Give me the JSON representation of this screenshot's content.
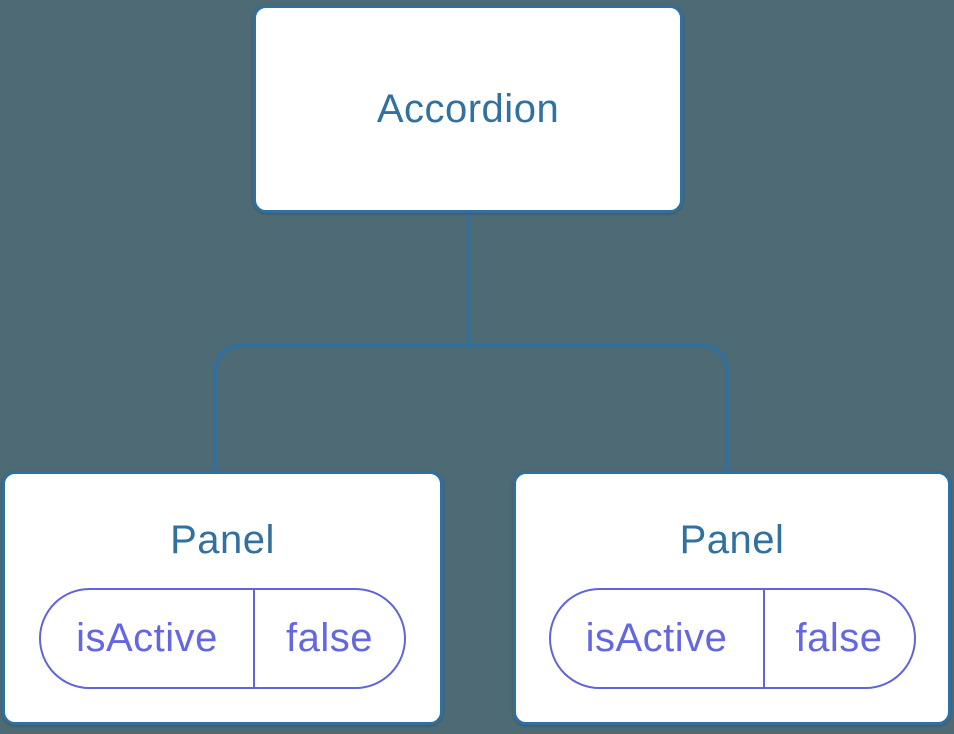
{
  "diagram": {
    "description": "Component tree diagram",
    "tree": {
      "root": {
        "label": "Accordion"
      },
      "children": [
        {
          "label": "Panel",
          "state": {
            "key": "isActive",
            "value": "false"
          }
        },
        {
          "label": "Panel",
          "state": {
            "key": "isActive",
            "value": "false"
          }
        }
      ]
    }
  },
  "colors": {
    "bg": "#4D6A75",
    "node_border": "#2F70A1",
    "node_text": "#30719F",
    "node_bg": "#FFFFFF",
    "connector": "#2F70A1",
    "pill_border": "#6265D8",
    "pill_text": "#6468E0"
  }
}
